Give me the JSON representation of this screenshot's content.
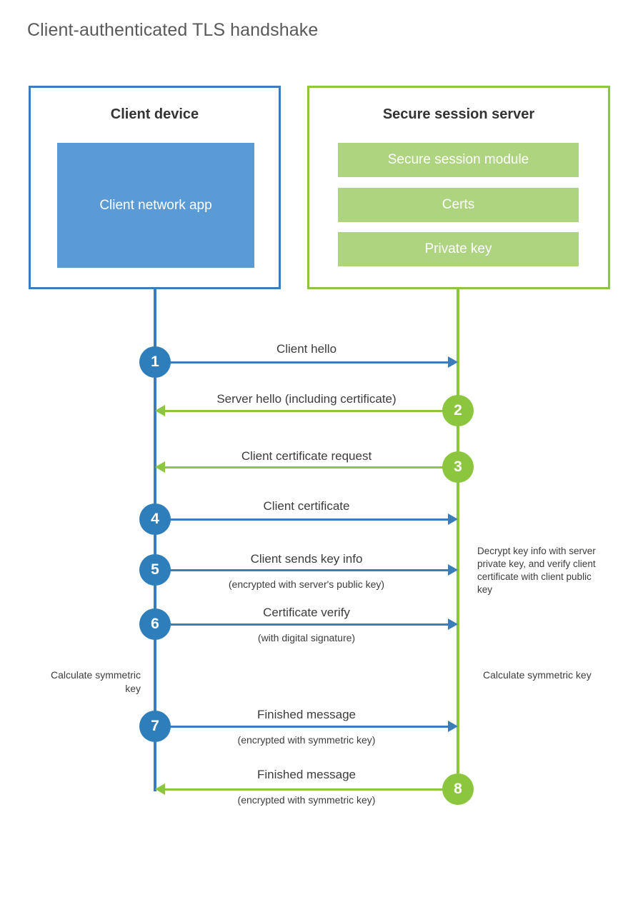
{
  "title": "Client-authenticated TLS handshake",
  "colors": {
    "client_accent": "#3b7cbc",
    "client_circle": "#2e7ebb",
    "client_app_fill": "#5b9bd5",
    "server_accent": "#8cc63f",
    "server_bar_fill": "#aed480",
    "text": "#3c3c3b",
    "title_text": "#595959",
    "background": "#ffffff"
  },
  "client": {
    "title": "Client device",
    "app_label": "Client network app"
  },
  "server": {
    "title": "Secure session server",
    "components": [
      {
        "label": "Secure session module"
      },
      {
        "label": "Certs"
      },
      {
        "label": "Private key"
      }
    ]
  },
  "steps": [
    {
      "number": "1",
      "label": "Client hello",
      "sublabel": "",
      "direction": "client-to-server",
      "origin": "client"
    },
    {
      "number": "2",
      "label": "Server hello (including certificate)",
      "sublabel": "",
      "direction": "server-to-client",
      "origin": "server"
    },
    {
      "number": "3",
      "label": "Client certificate request",
      "sublabel": "",
      "direction": "server-to-client",
      "origin": "server"
    },
    {
      "number": "4",
      "label": "Client certificate",
      "sublabel": "",
      "direction": "client-to-server",
      "origin": "client"
    },
    {
      "number": "5",
      "label": "Client sends key info",
      "sublabel": "(encrypted with server's public key)",
      "direction": "client-to-server",
      "origin": "client"
    },
    {
      "number": "6",
      "label": "Certificate verify",
      "sublabel": "(with digital signature)",
      "direction": "client-to-server",
      "origin": "client"
    },
    {
      "number": "7",
      "label": "Finished message",
      "sublabel": "(encrypted with symmetric key)",
      "direction": "client-to-server",
      "origin": "client"
    },
    {
      "number": "8",
      "label": "Finished message",
      "sublabel": "(encrypted with symmetric key)",
      "direction": "server-to-client",
      "origin": "server"
    }
  ],
  "annotations": {
    "server_process": "Decrypt key info with server private key, and verify client certificate with client public key",
    "client_calculate": "Calculate symmetric key",
    "server_calculate": "Calculate symmetric key"
  }
}
